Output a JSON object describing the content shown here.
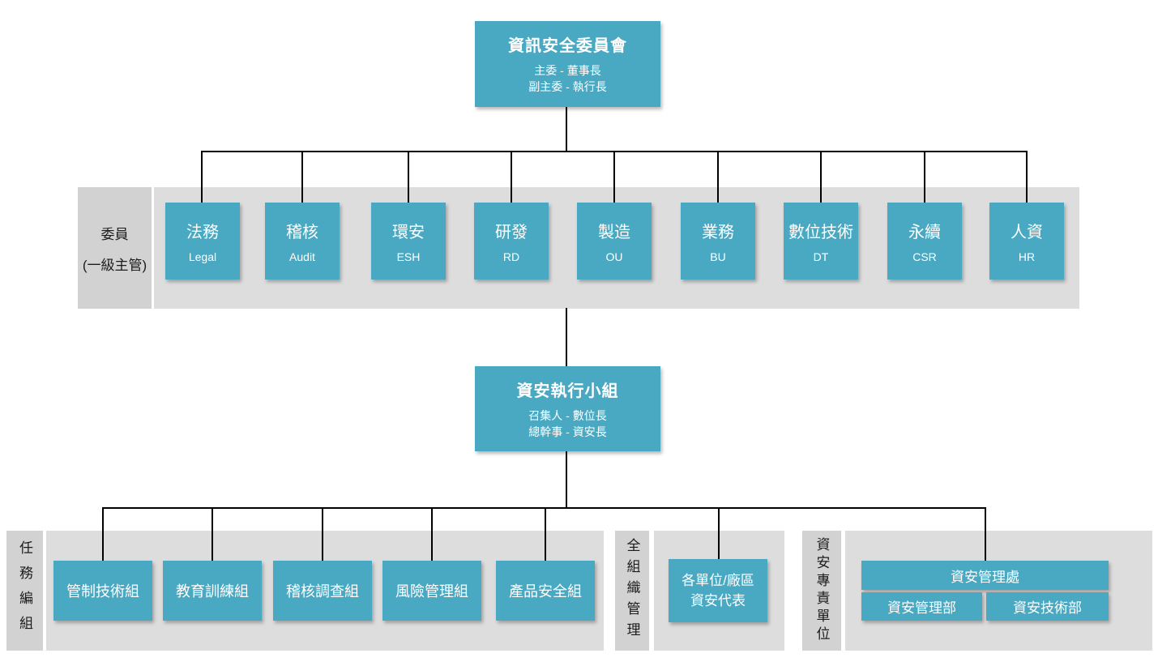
{
  "org_chart": {
    "top_committee": {
      "title": "資訊安全委員會",
      "line1": "主委 - 董事長",
      "line2": "副主委 - 執行長"
    },
    "committee_band": {
      "label_line1": "委員",
      "label_line2": "(一級主管)",
      "members": [
        {
          "zh": "法務",
          "en": "Legal"
        },
        {
          "zh": "稽核",
          "en": "Audit"
        },
        {
          "zh": "環安",
          "en": "ESH"
        },
        {
          "zh": "研發",
          "en": "RD"
        },
        {
          "zh": "製造",
          "en": "OU"
        },
        {
          "zh": "業務",
          "en": "BU"
        },
        {
          "zh": "數位技術",
          "en": "DT"
        },
        {
          "zh": "永續",
          "en": "CSR"
        },
        {
          "zh": "人資",
          "en": "HR"
        }
      ]
    },
    "exec_group": {
      "title": "資安執行小組",
      "line1": "召集人 - 數位長",
      "line2": "總幹事 - 資安長"
    },
    "mission_section": {
      "label": "任務編組",
      "teams": [
        "管制技術組",
        "教育訓練組",
        "稽核調查組",
        "風險管理組",
        "產品安全組"
      ]
    },
    "org_wide_section": {
      "label": "全組織管理",
      "rep_line1": "各單位/廠區",
      "rep_line2": "資安代表"
    },
    "dedicated_section": {
      "label": "資安專責單位",
      "division": "資安管理處",
      "departments": [
        "資安管理部",
        "資安技術部"
      ]
    },
    "colors": {
      "node_teal": "#4aa9c2",
      "band_gray": "#dddddd",
      "label_gray": "#d2d2d2",
      "connector_black": "#000000"
    }
  }
}
